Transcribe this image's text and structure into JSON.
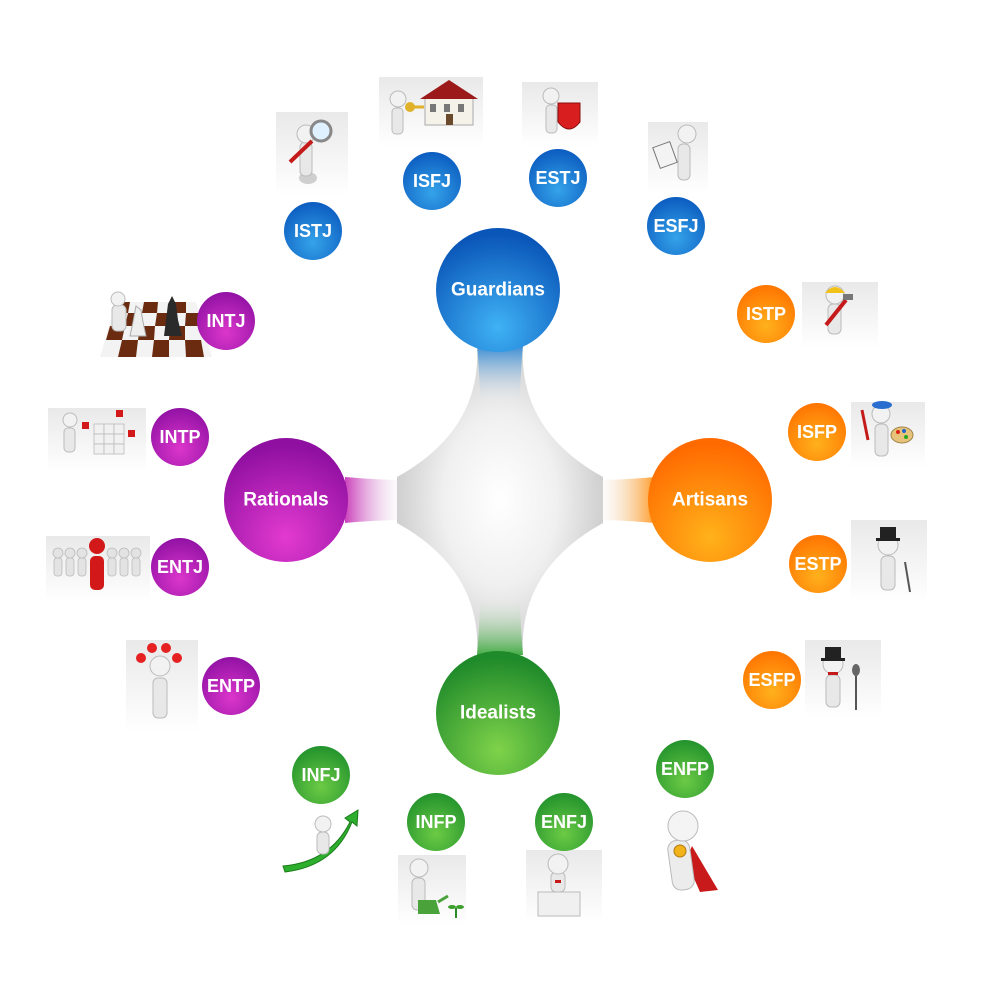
{
  "categories": {
    "guardians": {
      "label": "Guardians",
      "color": "#1a7fd6"
    },
    "artisans": {
      "label": "Artisans",
      "color": "#ff8a00"
    },
    "idealists": {
      "label": "Idealists",
      "color": "#2fa82f"
    },
    "rationals": {
      "label": "Rationals",
      "color": "#c21fb0"
    }
  },
  "types": {
    "istj": {
      "label": "ISTJ",
      "category": "guardians",
      "icon": "magnifier-person-icon"
    },
    "isfj": {
      "label": "ISFJ",
      "category": "guardians",
      "icon": "house-key-person-icon"
    },
    "estj": {
      "label": "ESTJ",
      "category": "guardians",
      "icon": "shield-person-icon"
    },
    "esfj": {
      "label": "ESFJ",
      "category": "guardians",
      "icon": "clipboard-person-icon"
    },
    "istp": {
      "label": "ISTP",
      "category": "artisans",
      "icon": "builder-hammer-person-icon"
    },
    "isfp": {
      "label": "ISFP",
      "category": "artisans",
      "icon": "painter-palette-person-icon"
    },
    "estp": {
      "label": "ESTP",
      "category": "artisans",
      "icon": "top-hat-cane-person-icon"
    },
    "esfp": {
      "label": "ESFP",
      "category": "artisans",
      "icon": "top-hat-microphone-person-icon"
    },
    "enfp": {
      "label": "ENFP",
      "category": "idealists",
      "icon": "superhero-person-icon"
    },
    "enfj": {
      "label": "ENFJ",
      "category": "idealists",
      "icon": "podium-speaker-person-icon"
    },
    "infp": {
      "label": "INFP",
      "category": "idealists",
      "icon": "watering-can-person-icon"
    },
    "infj": {
      "label": "INFJ",
      "category": "idealists",
      "icon": "rising-arrow-person-icon"
    },
    "entp": {
      "label": "ENTP",
      "category": "rationals",
      "icon": "lightbulbs-person-icon"
    },
    "entj": {
      "label": "ENTJ",
      "category": "rationals",
      "icon": "leader-crowd-icon"
    },
    "intp": {
      "label": "INTP",
      "category": "rationals",
      "icon": "cube-builder-person-icon"
    },
    "intj": {
      "label": "INTJ",
      "category": "rationals",
      "icon": "chess-board-icon"
    }
  }
}
